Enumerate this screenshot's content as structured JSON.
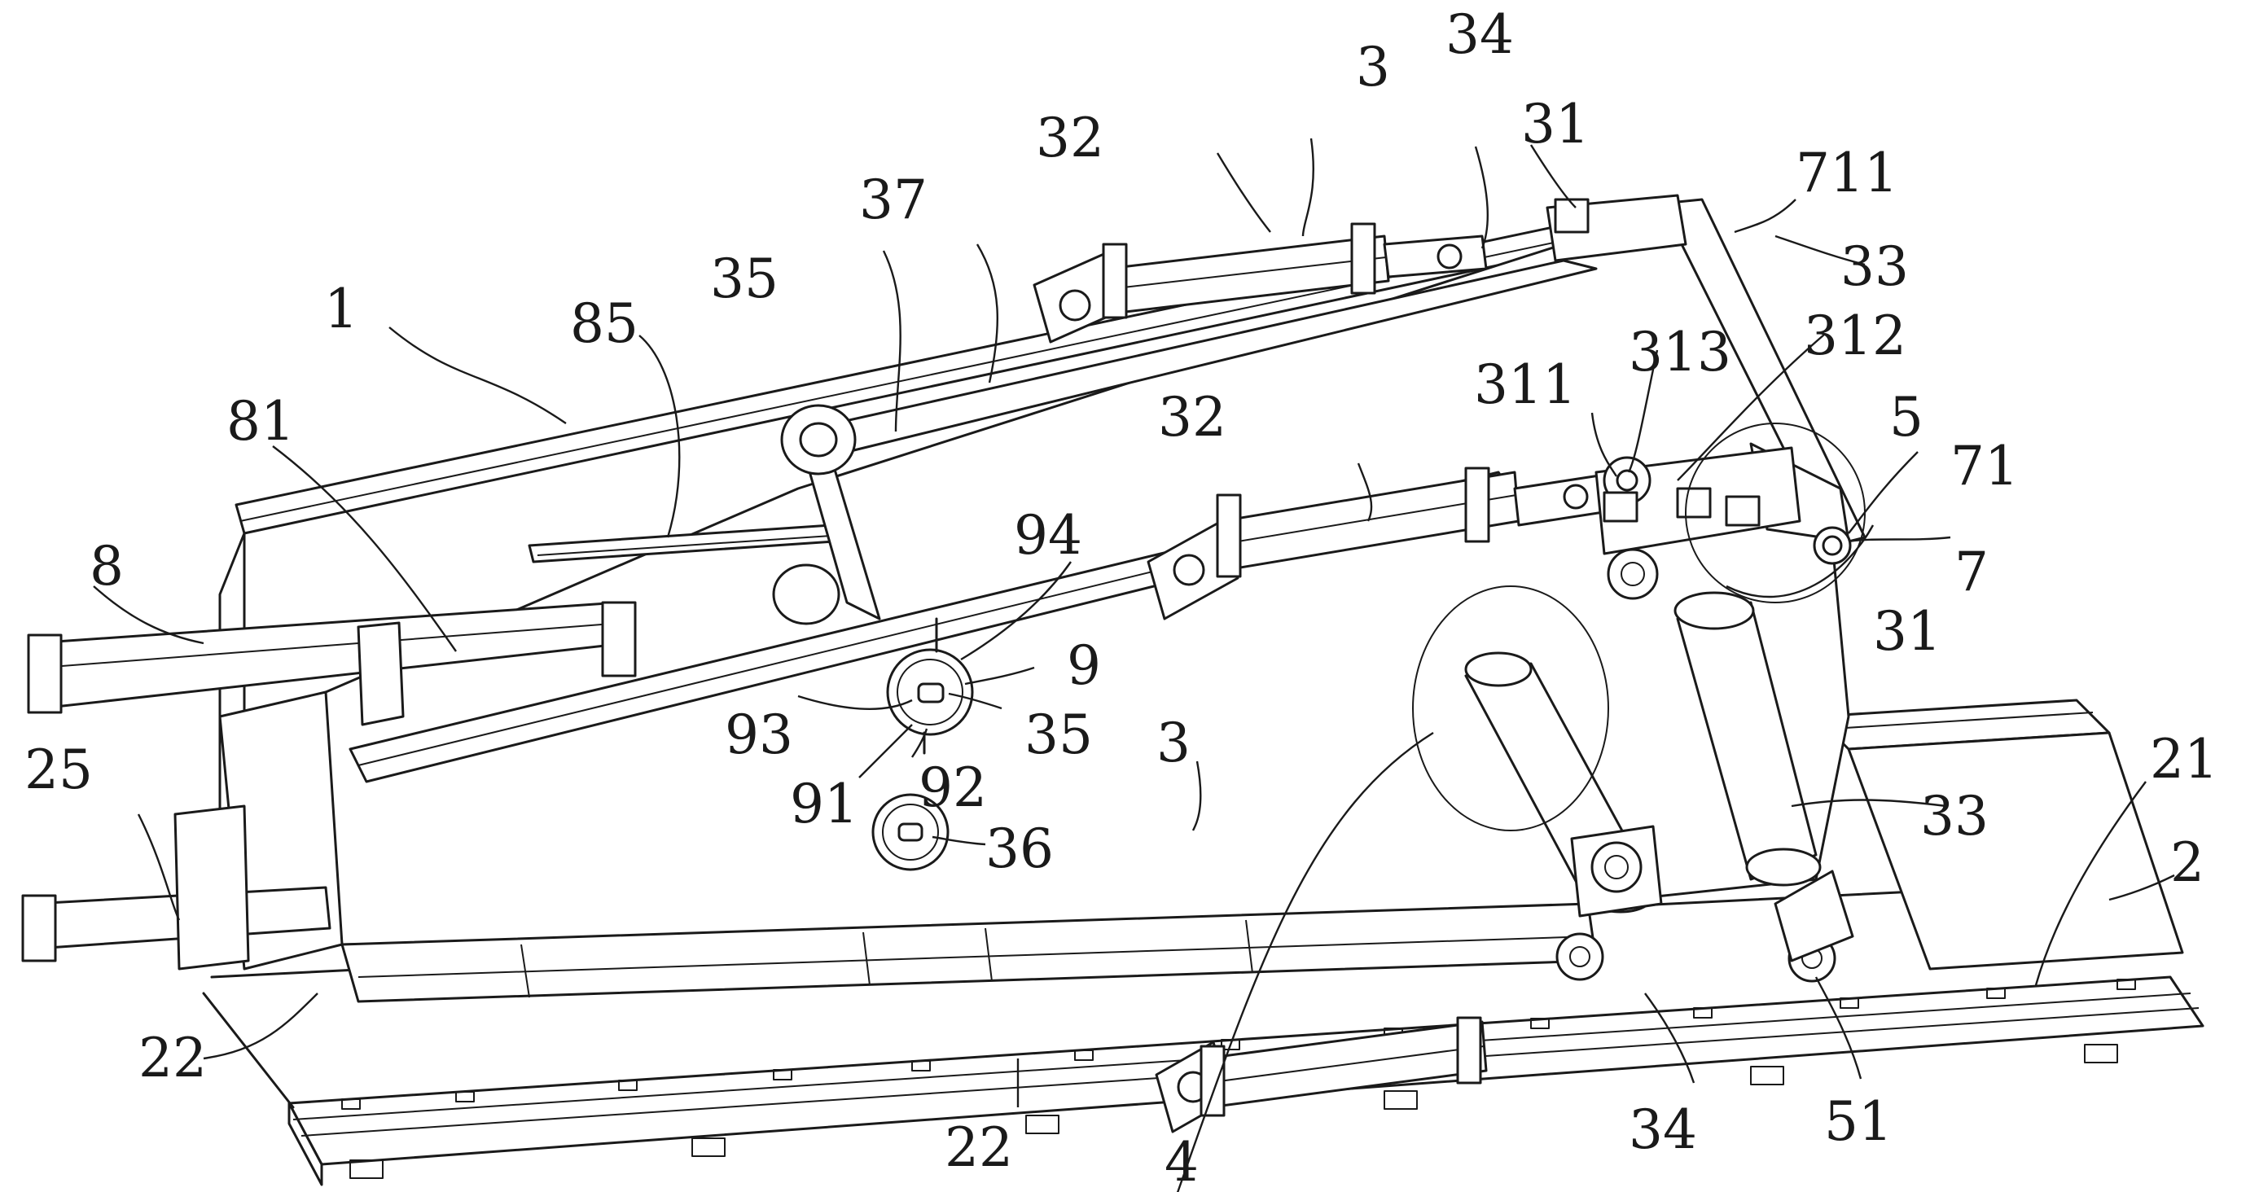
{
  "figure": {
    "labels": [
      {
        "id": "1",
        "text": "1"
      },
      {
        "id": "2",
        "text": "2"
      },
      {
        "id": "3a",
        "text": "3"
      },
      {
        "id": "3b",
        "text": "3"
      },
      {
        "id": "4",
        "text": "4"
      },
      {
        "id": "5",
        "text": "5"
      },
      {
        "id": "7",
        "text": "7"
      },
      {
        "id": "8",
        "text": "8"
      },
      {
        "id": "9",
        "text": "9"
      },
      {
        "id": "21",
        "text": "21"
      },
      {
        "id": "22a",
        "text": "22"
      },
      {
        "id": "22b",
        "text": "22"
      },
      {
        "id": "25",
        "text": "25"
      },
      {
        "id": "31a",
        "text": "31"
      },
      {
        "id": "31b",
        "text": "31"
      },
      {
        "id": "32a",
        "text": "32"
      },
      {
        "id": "32b",
        "text": "32"
      },
      {
        "id": "33a",
        "text": "33"
      },
      {
        "id": "33b",
        "text": "33"
      },
      {
        "id": "34a",
        "text": "34"
      },
      {
        "id": "34b",
        "text": "34"
      },
      {
        "id": "35a",
        "text": "35"
      },
      {
        "id": "35b",
        "text": "35"
      },
      {
        "id": "36",
        "text": "36"
      },
      {
        "id": "37",
        "text": "37"
      },
      {
        "id": "51",
        "text": "51"
      },
      {
        "id": "71",
        "text": "71"
      },
      {
        "id": "81",
        "text": "81"
      },
      {
        "id": "85",
        "text": "85"
      },
      {
        "id": "91",
        "text": "91"
      },
      {
        "id": "92",
        "text": "92"
      },
      {
        "id": "93",
        "text": "93"
      },
      {
        "id": "94",
        "text": "94"
      },
      {
        "id": "311",
        "text": "311"
      },
      {
        "id": "312",
        "text": "312"
      },
      {
        "id": "313",
        "text": "313"
      },
      {
        "id": "711",
        "text": "711"
      }
    ]
  }
}
